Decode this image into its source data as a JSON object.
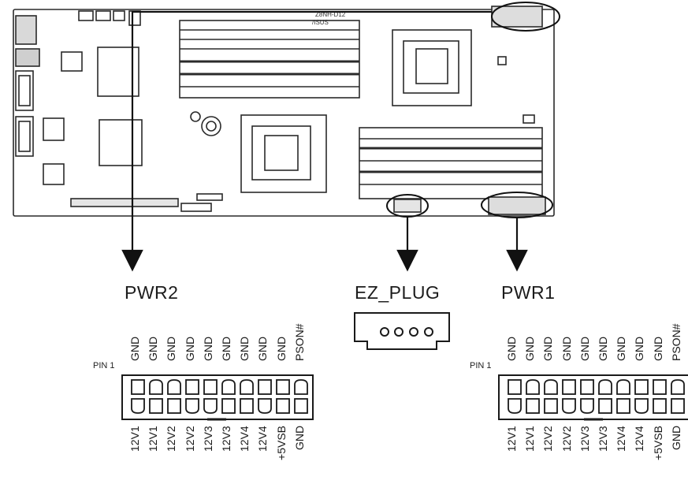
{
  "board": {
    "model_text": "Z8NH-D12",
    "brand_text": "/ISUS"
  },
  "connectors": {
    "pwr2": {
      "name": "PWR2",
      "pin1_label": "PIN 1",
      "top_row": [
        "GND",
        "GND",
        "GND",
        "GND",
        "GND",
        "GND",
        "GND",
        "GND",
        "GND",
        "PSON#"
      ],
      "bottom_row": [
        "12V1",
        "12V1",
        "12V2",
        "12V2",
        "12V3",
        "12V3",
        "12V4",
        "12V4",
        "+5VSB",
        "GND"
      ]
    },
    "ez_plug": {
      "name": "EZ_PLUG"
    },
    "pwr1": {
      "name": "PWR1",
      "pin1_label": "PIN 1",
      "top_row": [
        "GND",
        "GND",
        "GND",
        "GND",
        "GND",
        "GND",
        "GND",
        "GND",
        "GND",
        "PSON#"
      ],
      "bottom_row": [
        "12V1",
        "12V1",
        "12V2",
        "12V2",
        "12V3",
        "12V3",
        "12V4",
        "12V4",
        "+5VSB",
        "GND"
      ]
    }
  }
}
